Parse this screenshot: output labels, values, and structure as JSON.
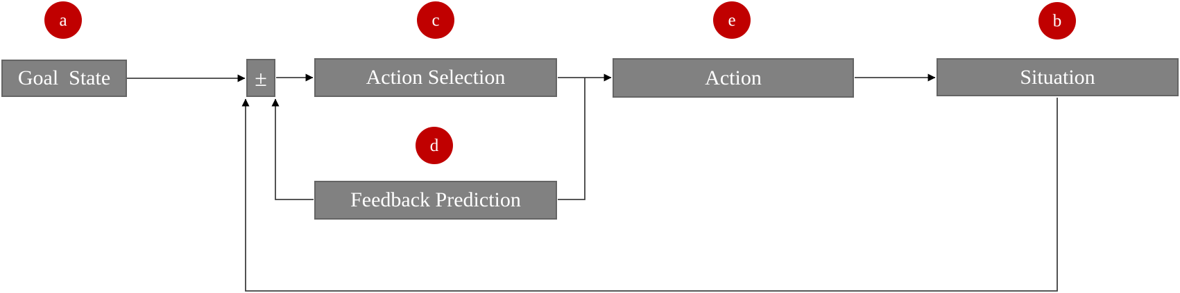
{
  "diagram": {
    "type": "flow-diagram",
    "background_color": "#ffffff",
    "colors": {
      "box_fill": "#818181",
      "box_border": "#646464",
      "box_text": "#ffffff",
      "marker_fill": "#c00000",
      "marker_text": "#ffffff",
      "connector_line": "#3f3f3f",
      "arrowhead": "#000000"
    },
    "boxes": [
      {
        "id": "goal-state",
        "label": "Goal  State"
      },
      {
        "id": "comparator",
        "label": "±"
      },
      {
        "id": "action-selection",
        "label": "Action Selection"
      },
      {
        "id": "action",
        "label": "Action"
      },
      {
        "id": "situation",
        "label": "Situation"
      },
      {
        "id": "feedback-prediction",
        "label": "Feedback Prediction"
      }
    ],
    "markers": [
      {
        "label": "a"
      },
      {
        "label": "c"
      },
      {
        "label": "e"
      },
      {
        "label": "b"
      },
      {
        "label": "d"
      }
    ]
  }
}
